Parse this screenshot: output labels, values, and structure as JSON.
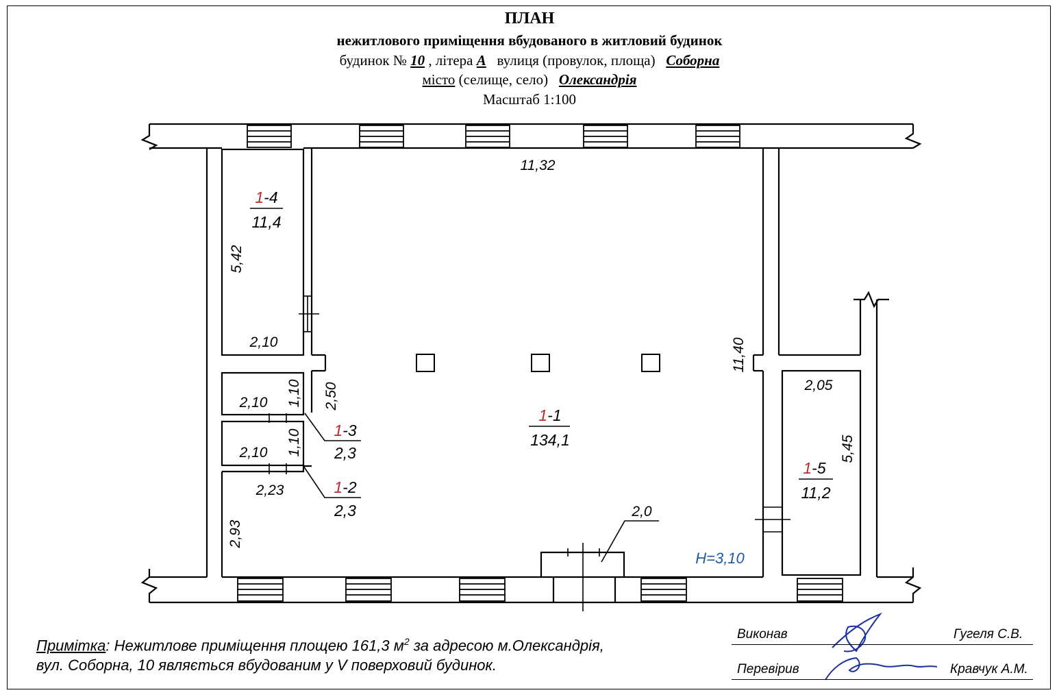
{
  "header": {
    "title": "ПЛАН",
    "subtitle": "нежитлового приміщення вбудованого в житловий будинок",
    "house_label": "будинок №",
    "house_number": "10",
    "litera_label": ", літера",
    "litera": "А",
    "street_label": "вулиця (провулок, площа)",
    "street": "Соборна",
    "city_label_main": "місто",
    "city_label_rest": "(селище, село)",
    "city": "Олександрія",
    "scale": "Масштаб 1:100"
  },
  "rooms": [
    {
      "id_prefix": "1",
      "id_suffix": "-1",
      "area": "134,1"
    },
    {
      "id_prefix": "1",
      "id_suffix": "-2",
      "area": "2,3"
    },
    {
      "id_prefix": "1",
      "id_suffix": "-3",
      "area": "2,3"
    },
    {
      "id_prefix": "1",
      "id_suffix": "-4",
      "area": "11,4"
    },
    {
      "id_prefix": "1",
      "id_suffix": "-5",
      "area": "11,2"
    }
  ],
  "dimensions": {
    "main_width": "11,32",
    "main_height": "11,40",
    "r4_height": "5,42",
    "r4_width": "2,10",
    "r3_width": "2,10",
    "r3_height": "1,10",
    "r2_width": "2,10",
    "r2_height": "1,10",
    "corridor": "2,50",
    "bottom_left_width": "2,23",
    "bottom_left_height": "2,93",
    "r5_width": "2,05",
    "r5_height": "5,45",
    "entrance": "2,0"
  },
  "ceiling_height": "Н=3,10",
  "note": {
    "label": "Примітка",
    "text1_a": ": Нежитлове приміщення площею 161,3 м",
    "text1_sup": "2",
    "text1_b": " за адресою м.Олександрія,",
    "text2": "вул. Соборна, 10 являється вбудованим у V поверховий будинок."
  },
  "signatures": {
    "performed_label": "Виконав",
    "performed_name": "Гугеля С.В.",
    "checked_label": "Перевірив",
    "checked_name": "Кравчук А.М."
  },
  "colors": {
    "room_prefix": "#c0282d",
    "ceiling_text": "#1f5aa6",
    "signature_ink": "#1a2fa0"
  }
}
